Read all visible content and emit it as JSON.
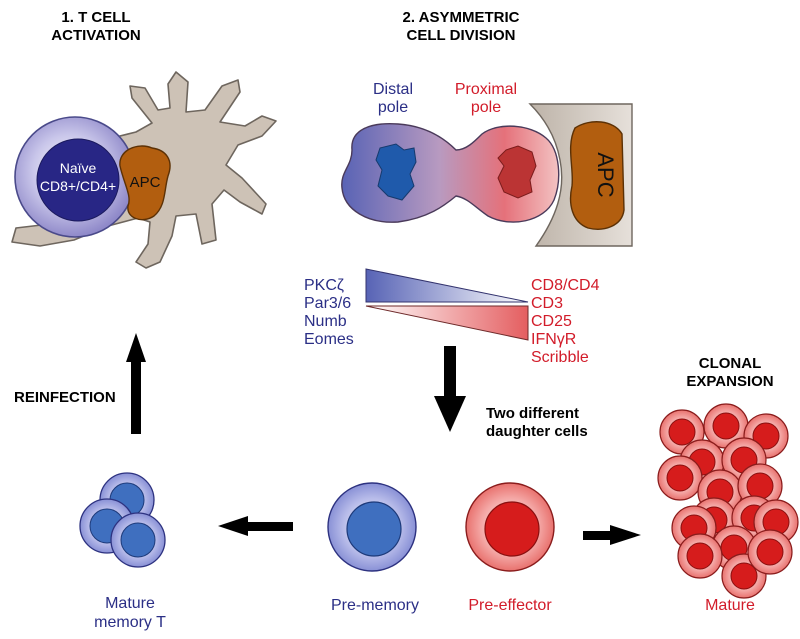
{
  "headings": {
    "activation": [
      "1. T CELL",
      "ACTIVATION"
    ],
    "asymmetric": [
      "2. ASYMMETRIC",
      "CELL DIVISION"
    ],
    "clonal": [
      "CLONAL",
      "EXPANSION"
    ],
    "reinfection": "REINFECTION",
    "daughter": [
      "Two different",
      "daughter cells"
    ]
  },
  "tcell_label": [
    "Naïve",
    "CD8+/CD4+"
  ],
  "apc_label": "APC",
  "poles": {
    "distal": [
      "Distal",
      "pole"
    ],
    "proximal": [
      "Proximal",
      "pole"
    ]
  },
  "distal_markers": [
    "PKCζ",
    "Par3/6",
    "Numb",
    "Eomes"
  ],
  "proximal_markers": [
    "CD8/CD4",
    "CD3",
    "CD25",
    "IFNγR",
    "Scribble"
  ],
  "cell_labels": {
    "mature_memory": [
      "Mature",
      "memory T"
    ],
    "pre_memory": "Pre-memory",
    "pre_effector": "Pre-effector",
    "mature": "Mature"
  },
  "colors": {
    "blue_text": "#2b2f86",
    "red_text": "#d21c2a",
    "apc": "#b25e0f",
    "dendritic": "#cdc2b6",
    "memory_cell": "#3f6fbf",
    "effector_cell": "#d61c1c"
  }
}
